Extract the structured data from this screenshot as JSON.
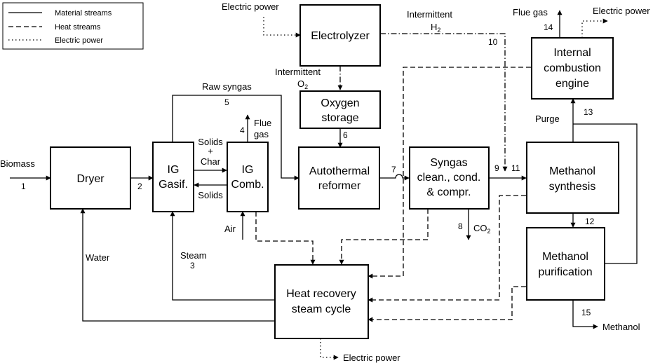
{
  "legend": {
    "material": "Material streams",
    "heat": "Heat streams",
    "electric": "Electric power"
  },
  "units": {
    "dryer": [
      "Dryer"
    ],
    "gasifier": [
      "IG",
      "Gasif."
    ],
    "combustor": [
      "IG",
      "Comb."
    ],
    "electrolyzer": [
      "Electrolyzer"
    ],
    "oxygen_storage": [
      "Oxygen",
      "storage"
    ],
    "atr": [
      "Autothermal",
      "reformer"
    ],
    "cleaning": [
      "Syngas",
      "clean., cond.",
      "& compr."
    ],
    "ice": [
      "Internal",
      "combustion",
      "engine"
    ],
    "meoh_synth": [
      "Methanol",
      "synthesis"
    ],
    "meoh_purif": [
      "Methanol",
      "purification"
    ],
    "hrsc": [
      "Heat recovery",
      "steam cycle"
    ]
  },
  "labels": {
    "biomass": "Biomass",
    "water": "Water",
    "steam": "Steam",
    "air": "Air",
    "raw_syngas": "Raw syngas",
    "solids_char": [
      "Solids",
      "+",
      "Char"
    ],
    "solids": "Solids",
    "flue_gas_comb": [
      "Flue",
      "gas"
    ],
    "electric_in": "Electric power",
    "intermittent_h2": "Intermittent",
    "h2": "H",
    "h2_sub": "2",
    "intermittent_o2": "Intermittent",
    "o2": "O",
    "o2_sub": "2",
    "co2": "CO",
    "co2_sub": "2",
    "flue_gas_ice": "Flue gas",
    "electric_ice": "Electric power",
    "purge": "Purge",
    "methanol": "Methanol",
    "electric_out": "Electric power"
  },
  "streams": {
    "s1": "1",
    "s2": "2",
    "s3": "3",
    "s4": "4",
    "s5": "5",
    "s6": "6",
    "s7": "7",
    "s8": "8",
    "s9": "9",
    "s10": "10",
    "s11": "11",
    "s12": "12",
    "s13": "13",
    "s14": "14",
    "s15": "15"
  }
}
